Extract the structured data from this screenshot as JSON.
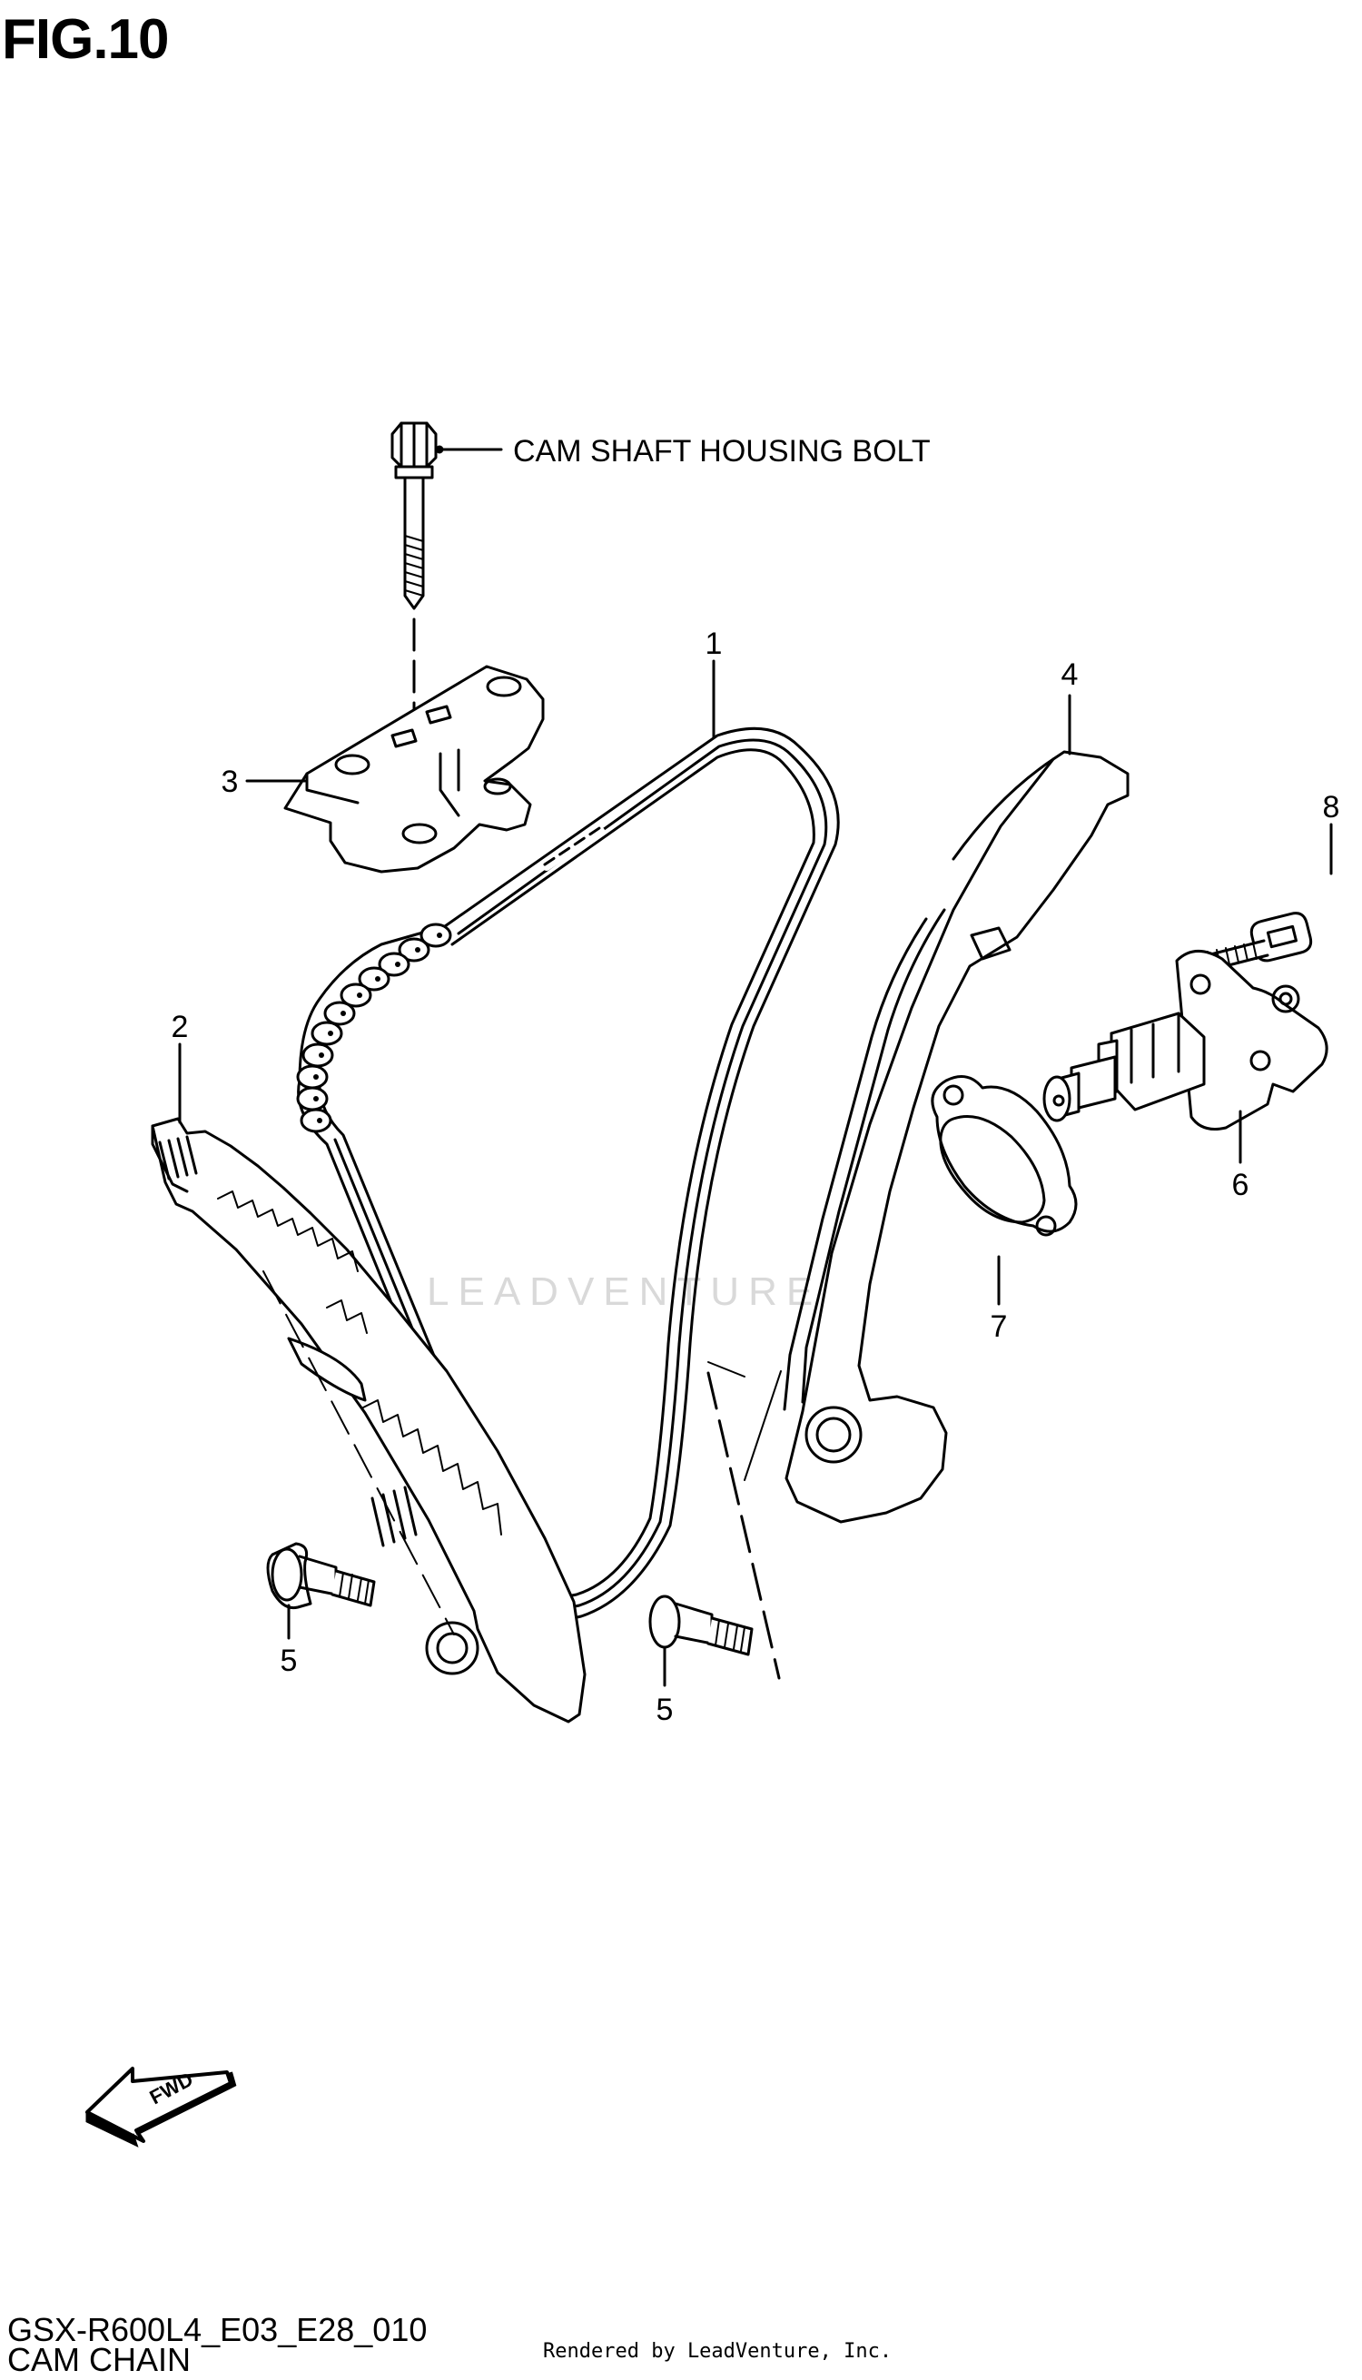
{
  "figure": {
    "title": "FIG.10",
    "model_code": "GSX-R600L4_E03_E28_010",
    "caption": "CAM CHAIN",
    "render_note": "Rendered by LeadVenture, Inc.",
    "watermark": "LEADVENTURE"
  },
  "callouts": {
    "bolt_label": "CAM SHAFT HOUSING BOLT",
    "part_1": "1",
    "part_2": "2",
    "part_3": "3",
    "part_4": "4",
    "part_5a": "5",
    "part_5b": "5",
    "part_6": "6",
    "part_7": "7",
    "part_8": "8"
  },
  "fwd_arrow": {
    "label": "FWD"
  }
}
